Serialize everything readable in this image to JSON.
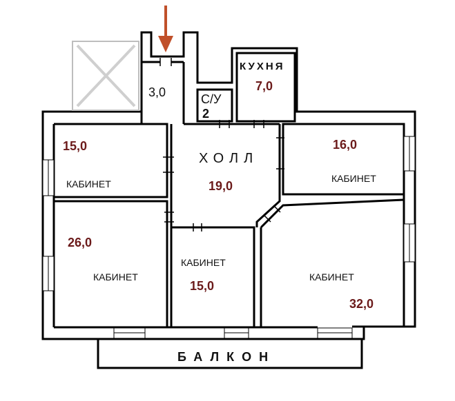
{
  "colors": {
    "wall": "#000000",
    "area_text": "#6b1a1a",
    "arrow": "#c0502a",
    "shaft_cross": "#cfcfcf"
  },
  "icons": {
    "entrance": "entrance-arrow-icon",
    "shaft": "ventilation-shaft-icon",
    "window": "window-icon"
  },
  "rooms": {
    "vestibule": {
      "area": "3,0"
    },
    "bathroom": {
      "label": "С/У",
      "area": "2"
    },
    "kitchen": {
      "label": "КУХНЯ",
      "area": "7,0"
    },
    "hall": {
      "label": "ХОЛЛ",
      "area": "19,0"
    },
    "office_nw": {
      "label": "КАБИНЕТ",
      "area": "15,0"
    },
    "office_ne": {
      "label": "КАБИНЕТ",
      "area": "16,0"
    },
    "office_sw": {
      "label": "КАБИНЕТ",
      "area": "26,0"
    },
    "office_s": {
      "label": "КАБИНЕТ",
      "area": "15,0"
    },
    "office_se": {
      "label": "КАБИНЕТ",
      "area": "32,0"
    }
  },
  "balcony": {
    "label": "БАЛКОН"
  }
}
